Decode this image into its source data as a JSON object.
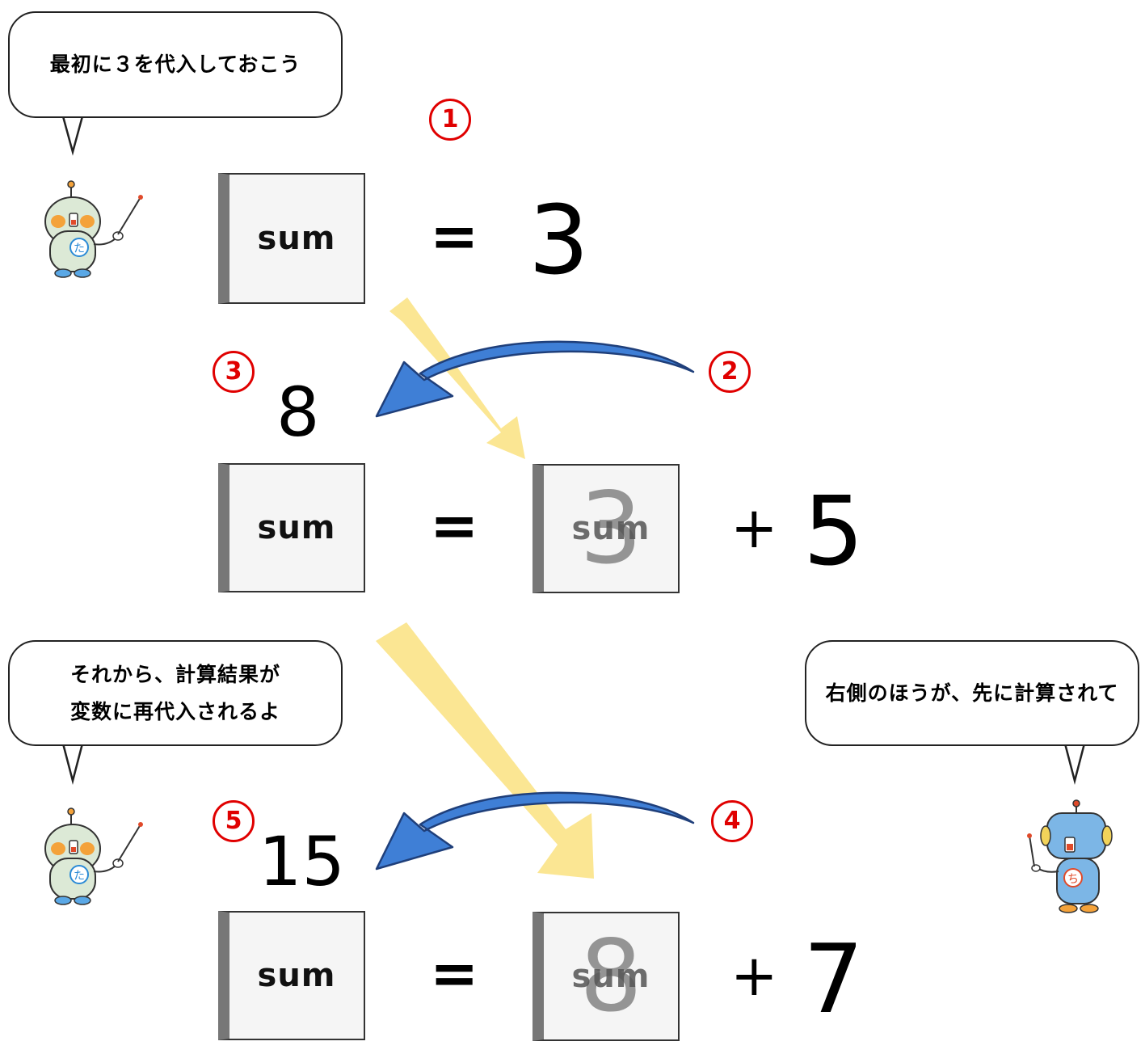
{
  "bubbles": {
    "top_left": "最初に３を代入しておこう",
    "middle_left": [
      "それから、計算結果が",
      "変数に再代入されるよ"
    ],
    "middle_right": "右側のほうが、先に計算されて"
  },
  "steps": [
    "1",
    "2",
    "3",
    "4",
    "5"
  ],
  "rows": [
    {
      "variable": "sum",
      "operator": "=",
      "value": "3"
    },
    {
      "result": "8",
      "variable": "sum",
      "operator": "=",
      "ref_variable": "sum",
      "ref_value": "3",
      "plus": "+",
      "addend": "5"
    },
    {
      "result": "15",
      "variable": "sum",
      "operator": "=",
      "ref_variable": "sum",
      "ref_value": "8",
      "plus": "+",
      "addend": "7"
    }
  ],
  "colors": {
    "yellow_arrow": "#fbe48a",
    "blue_arrow": "#3f7fd6",
    "step_circle": "#e00000",
    "robot_green": "#dce9d6",
    "robot_blue": "#7cb6e6"
  },
  "icons": [
    "robot-ta-icon",
    "robot-chi-icon"
  ]
}
